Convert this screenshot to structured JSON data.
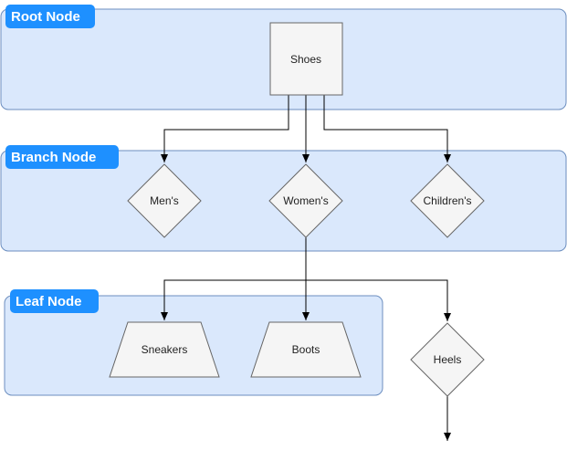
{
  "lanes": {
    "root": {
      "title": "Root Node"
    },
    "branch": {
      "title": "Branch Node"
    },
    "leaf": {
      "title": "Leaf Node"
    }
  },
  "nodes": {
    "shoes": {
      "label": "Shoes"
    },
    "mens": {
      "label": "Men's"
    },
    "womens": {
      "label": "Women's"
    },
    "childrens": {
      "label": "Children's"
    },
    "sneakers": {
      "label": "Sneakers"
    },
    "boots": {
      "label": "Boots"
    },
    "heels": {
      "label": "Heels"
    }
  },
  "colors": {
    "lane_fill": "#dae8fc",
    "lane_stroke": "#6c8ebf",
    "badge_fill": "#1e90ff",
    "node_fill": "#f5f5f5",
    "node_stroke": "#666666",
    "edge": "#000000"
  }
}
